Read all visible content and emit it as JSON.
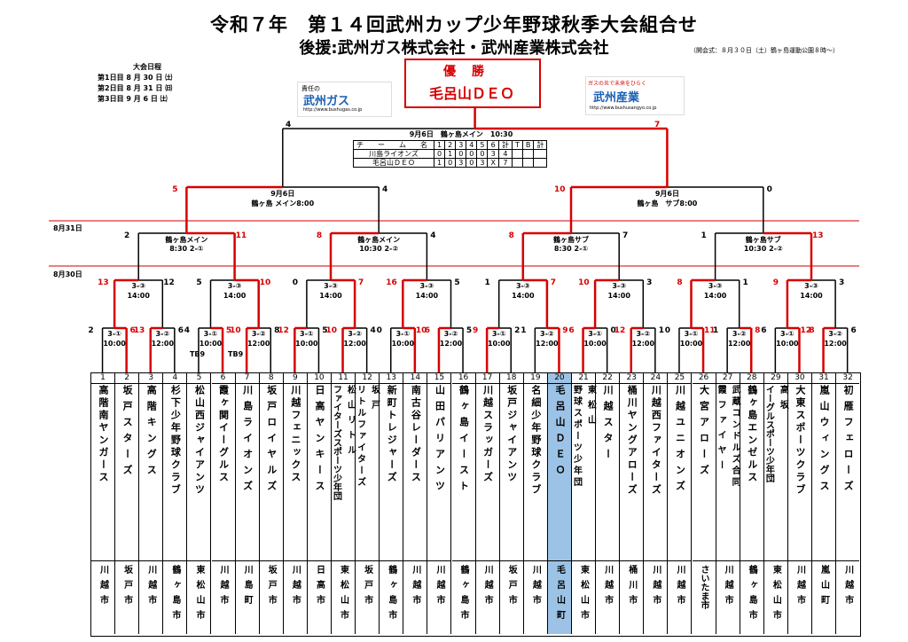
{
  "title": "令和７年　第１４回武州カップ少年野球秋季大会組合せ",
  "sponsor": "後援:武州ガス株式会社・武州産業株式会社",
  "opening": "（開会式：８月３０日（土）鶴ヶ島運動公園８時〜）",
  "schedule": {
    "title": "大会日程",
    "rows": [
      "第1日目 8 月 30 日 ㈯",
      "第2日目 8 月 31 日 ㈰",
      "第3日目 9 月 6 日 ㈯"
    ]
  },
  "logos": {
    "left_top": "責任の",
    "left_main": "武州ガス",
    "left_url": "http://www.bushugas.co.jp",
    "right_top": "ガスの炎で未来をひらく",
    "right_main": "武州産業",
    "right_url": "http://www.bushusangyo.co.jp"
  },
  "champion": {
    "label": "優勝",
    "team": "毛呂山ＤＥＯ"
  },
  "final": {
    "label": "9月6日　鶴ヶ島メイン　10:30",
    "score_left": "4",
    "score_right": "7",
    "table": {
      "header": [
        "チ　ー　ム　名",
        "1",
        "2",
        "3",
        "4",
        "5",
        "6",
        "計",
        "T",
        "B",
        "計"
      ],
      "rows": [
        [
          "川島ライオンズ",
          "0",
          "1",
          "0",
          "0",
          "0",
          "3",
          "4",
          "",
          "",
          ""
        ],
        [
          "毛呂山ＤＥＯ",
          "1",
          "0",
          "3",
          "0",
          "3",
          "X",
          "7",
          "",
          "",
          ""
        ]
      ]
    }
  },
  "semis": [
    {
      "date": "9月6日",
      "venue": "鶴ヶ島 メイン8:00",
      "left": "5",
      "right": "4"
    },
    {
      "date": "9月6日",
      "venue": "鶴ヶ島　サブ8:00",
      "left": "10",
      "right": "0"
    }
  ],
  "day_labels": {
    "d2": "8月31日",
    "d1": "8月30日"
  },
  "quarters": [
    {
      "venue": "鶴ヶ島メイン",
      "time": "8:30 2-①",
      "left": "2",
      "right": "11"
    },
    {
      "venue": "鶴ヶ島メイン",
      "time": "10:30 2-②",
      "left": "8",
      "right": "4"
    },
    {
      "venue": "鶴ヶ島サブ",
      "time": "8:30 2-①",
      "left": "8",
      "right": "7"
    },
    {
      "venue": "鶴ヶ島サブ",
      "time": "10:30 2-②",
      "left": "1",
      "right": "13"
    }
  ],
  "round2": [
    {
      "code": "3-③",
      "time": "14:00",
      "left": "13",
      "right": "12"
    },
    {
      "code": "3-③",
      "time": "14:00",
      "left": "5",
      "right": "10"
    },
    {
      "code": "3-③",
      "time": "14:00",
      "left": "0",
      "right": "7"
    },
    {
      "code": "3-③",
      "time": "14:00",
      "left": "16",
      "right": "5"
    },
    {
      "code": "3-③",
      "time": "14:00",
      "left": "1",
      "right": "7"
    },
    {
      "code": "3-③",
      "time": "14:00",
      "left": "10",
      "right": "3"
    },
    {
      "code": "3-③",
      "time": "14:00",
      "left": "8",
      "right": "1"
    },
    {
      "code": "3-③",
      "time": "14:00",
      "left": "9",
      "right": "3"
    }
  ],
  "round1": [
    {
      "code": "3-①",
      "time": "10:00",
      "left": "2",
      "right": "6"
    },
    {
      "code": "3-②",
      "time": "12:00",
      "left": "13",
      "right": "6"
    },
    {
      "code": "3-①",
      "time": "10:00",
      "left": "4",
      "right": "5"
    },
    {
      "code": "3-②",
      "time": "12:00",
      "left": "10",
      "right": "8"
    },
    {
      "code": "3-①",
      "time": "10:00",
      "left": "12",
      "right": "5"
    },
    {
      "code": "3-②",
      "time": "12:00",
      "left": "10",
      "right": "4"
    },
    {
      "code": "3-①",
      "time": "10:00",
      "left": "0",
      "right": "10"
    },
    {
      "code": "3-②",
      "time": "12:00",
      "left": "6",
      "right": "5"
    },
    {
      "code": "3-①",
      "time": "10:00",
      "left": "9",
      "right": "2"
    },
    {
      "code": "3-②",
      "time": "12:00",
      "left": "1",
      "right": "9"
    },
    {
      "code": "3-①",
      "time": "10:00",
      "left": "6",
      "right": "0"
    },
    {
      "code": "3-②",
      "time": "12:00",
      "left": "12",
      "right": "1"
    },
    {
      "code": "3-①",
      "time": "10:00",
      "left": "0",
      "right": "11"
    },
    {
      "code": "3-②",
      "time": "12:00",
      "left": "1",
      "right": "8"
    },
    {
      "code": "3-①",
      "time": "10:00",
      "left": "6",
      "right": "12"
    },
    {
      "code": "3-②",
      "time": "12:00",
      "left": "8",
      "right": "6"
    }
  ],
  "tb": [
    "TB9",
    "TB9"
  ],
  "teams": [
    {
      "num": "1",
      "name": [
        "高階南ヤンガース"
      ],
      "city": "川越市"
    },
    {
      "num": "2",
      "name": [
        "坂戸スターズ"
      ],
      "city": "坂戸市"
    },
    {
      "num": "3",
      "name": [
        "高階キングス"
      ],
      "city": "川越市"
    },
    {
      "num": "4",
      "name": [
        "杉下少年野球クラブ"
      ],
      "city": "鶴ヶ島市"
    },
    {
      "num": "5",
      "name": [
        "松山西ジャイアンツ"
      ],
      "city": "東松山市"
    },
    {
      "num": "6",
      "name": [
        "霞ヶ関イーグルス"
      ],
      "city": "川越市"
    },
    {
      "num": "7",
      "name": [
        "川島ライオンズ"
      ],
      "city": "川島町"
    },
    {
      "num": "8",
      "name": [
        "坂戸ロイヤルズ"
      ],
      "city": "坂戸市"
    },
    {
      "num": "9",
      "name": [
        "川越フェニックス"
      ],
      "city": "川越市"
    },
    {
      "num": "10",
      "name": [
        "日高ヤンキース"
      ],
      "city": "日高市"
    },
    {
      "num": "11",
      "name": [
        "松山リトル",
        "ファイターズスポーツ少年団"
      ],
      "city": "東松山市"
    },
    {
      "num": "12",
      "name": [
        "坂戸",
        "リトルファイターズ"
      ],
      "city": "坂戸市"
    },
    {
      "num": "13",
      "name": [
        "新町トレジャーズ"
      ],
      "city": "鶴ヶ島市"
    },
    {
      "num": "14",
      "name": [
        "南古谷レーダース"
      ],
      "city": "川越市"
    },
    {
      "num": "15",
      "name": [
        "山田パリアンツ"
      ],
      "city": "川越市"
    },
    {
      "num": "16",
      "name": [
        "鶴ヶ島イースト"
      ],
      "city": "鶴ヶ島市"
    },
    {
      "num": "17",
      "name": [
        "川越スラッガーズ"
      ],
      "city": "川越市"
    },
    {
      "num": "18",
      "name": [
        "坂戸ジャイアンツ"
      ],
      "city": "坂戸市"
    },
    {
      "num": "19",
      "name": [
        "名細少年野球クラブ"
      ],
      "city": "川越市"
    },
    {
      "num": "20",
      "name": [
        "毛呂山ＤＥＯ"
      ],
      "city": "毛呂山町"
    },
    {
      "num": "21",
      "name": [
        "東松山",
        "野球スポーツ少年団"
      ],
      "city": "東松山市"
    },
    {
      "num": "22",
      "name": [
        "川越スター"
      ],
      "city": "川越市"
    },
    {
      "num": "23",
      "name": [
        "桶川ヤングアローズ"
      ],
      "city": "桶川市"
    },
    {
      "num": "24",
      "name": [
        "川越西ファイターズ"
      ],
      "city": "川越市"
    },
    {
      "num": "25",
      "name": [
        "川越ユニオンズ"
      ],
      "city": "川越市"
    },
    {
      "num": "26",
      "name": [
        "大宮アローズ"
      ],
      "city": "さいたま市"
    },
    {
      "num": "27",
      "name": [
        "武蔵コンドルズ合同",
        "霞ファイヤー"
      ],
      "city": "川越市"
    },
    {
      "num": "28",
      "name": [
        "鶴ヶ島エンゼルス"
      ],
      "city": "鶴ヶ島市"
    },
    {
      "num": "29",
      "name": [
        "高坂",
        "イーグルスポーツ少年団"
      ],
      "city": "東松山市"
    },
    {
      "num": "30",
      "name": [
        "大東スポーツクラブ"
      ],
      "city": "川越市"
    },
    {
      "num": "31",
      "name": [
        "嵐山ウィングス"
      ],
      "city": "嵐山町"
    },
    {
      "num": "32",
      "name": [
        "初雁フェローズ"
      ],
      "city": "川越市"
    }
  ],
  "colors": {
    "win": "#d60000",
    "highlight": "#9cc3e6"
  }
}
